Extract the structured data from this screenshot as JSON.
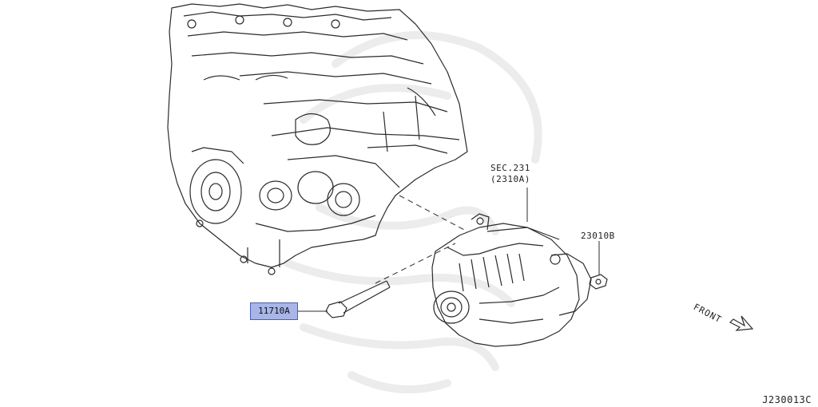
{
  "labels": {
    "sec_ref_line1": "SEC.231",
    "sec_ref_line2": "(2310A)",
    "nut_part": "23010B",
    "bolt_part": "11710A",
    "front": "FRONT",
    "diagram_code": "J230013C"
  },
  "colors": {
    "line": "#2b2b2b",
    "highlight_fill": "#a8b5e8",
    "highlight_border": "#4a5fb0",
    "watermark": "#e8e8e8"
  }
}
